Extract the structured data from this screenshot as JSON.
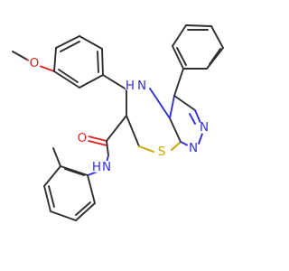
{
  "atoms": {
    "methoxy_o": "O",
    "nh_ring": "N",
    "nh_ring_h": "H",
    "amide_o": "O",
    "amide_n": "N",
    "amide_h": "H",
    "triazole_n1": "N",
    "triazole_n2": "N",
    "thiadiazine_s": "S"
  },
  "colors": {
    "bond": "#2f2f2f",
    "nitrogen": "#3030d8",
    "oxygen": "#e02020",
    "sulfur": "#c8a400"
  }
}
